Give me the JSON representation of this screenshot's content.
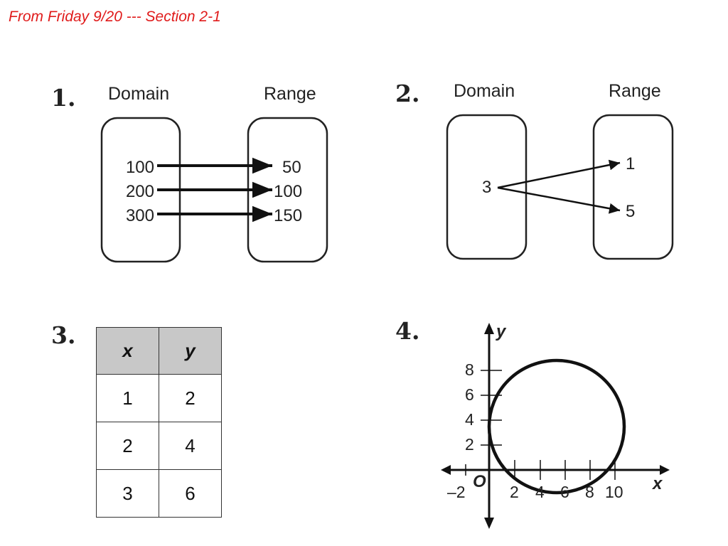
{
  "slide_title": "From Friday 9/20 --- Section 2-1",
  "title_color": "#e01b1b",
  "problems": [
    {
      "number": "1.",
      "domain_label": "Domain",
      "range_label": "Range",
      "domain_values": [
        "100",
        "200",
        "300"
      ],
      "range_values": [
        "50",
        "100",
        "150"
      ]
    },
    {
      "number": "2.",
      "domain_label": "Domain",
      "range_label": "Range",
      "domain_values": [
        "3"
      ],
      "range_values": [
        "1",
        "5"
      ]
    },
    {
      "number": "3.",
      "table": {
        "headers": [
          "x",
          "y"
        ],
        "rows": [
          [
            "1",
            "2"
          ],
          [
            "2",
            "4"
          ],
          [
            "3",
            "6"
          ]
        ]
      }
    },
    {
      "number": "4.",
      "graph": {
        "x_label": "x",
        "y_label": "y",
        "origin_label": "O",
        "x_ticks": [
          "–2",
          "2",
          "4",
          "6",
          "8",
          "10"
        ],
        "y_ticks": [
          "2",
          "4",
          "6",
          "8"
        ]
      }
    }
  ]
}
